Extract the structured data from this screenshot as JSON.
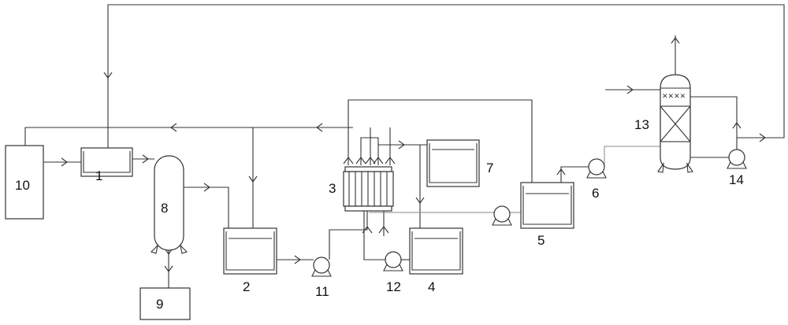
{
  "diagram": {
    "labels": {
      "u1": "1",
      "u2": "2",
      "u3": "3",
      "u4": "4",
      "u5": "5",
      "u6": "6",
      "u7": "7",
      "u8": "8",
      "u9": "9",
      "u10": "10",
      "u11": "11",
      "u12": "12",
      "u13": "13",
      "u14": "14"
    }
  }
}
